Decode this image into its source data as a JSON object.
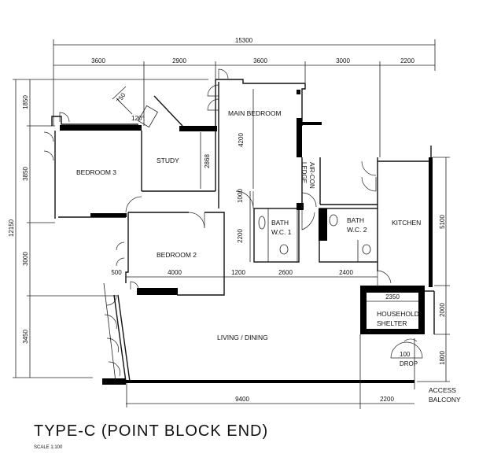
{
  "title": "TYPE-C (POINT BLOCK END)",
  "scale": "SCALE  1:100",
  "rooms": {
    "main_bedroom": "MAIN  BEDROOM",
    "bedroom3": "BEDROOM  3",
    "study": "STUDY",
    "bedroom2": "BEDROOM  2",
    "bath1_a": "BATH",
    "bath1_b": "W.C.  1",
    "bath2_a": "BATH",
    "bath2_b": "W.C.  2",
    "aircon_a": "AIR-CON",
    "aircon_b": "LEDGE",
    "kitchen": "KITCHEN",
    "shelter_a": "HOUSEHOLD",
    "shelter_b": "SHELTER",
    "living": "LIVING  /  DINING",
    "drop_a": "100",
    "drop_b": "DROP",
    "access_a": "ACCESS",
    "access_b": "BALCONY"
  },
  "dims": {
    "total_width": "15300",
    "top": [
      "3600",
      "2900",
      "3600",
      "3000",
      "2200"
    ],
    "total_height": "12150",
    "left": [
      "1850",
      "3850",
      "3000",
      "3450"
    ],
    "mid": [
      "500",
      "4000",
      "1200",
      "2600",
      "2400"
    ],
    "bottom": [
      "9400",
      "2200"
    ],
    "right": [
      "5100",
      "2000",
      "1800"
    ],
    "inner": {
      "mb_height": "4200",
      "study_height": "2868",
      "d1000": "1000",
      "d2200": "2200",
      "window_750": "750",
      "angle": "120°",
      "shelter_width": "2350"
    }
  }
}
